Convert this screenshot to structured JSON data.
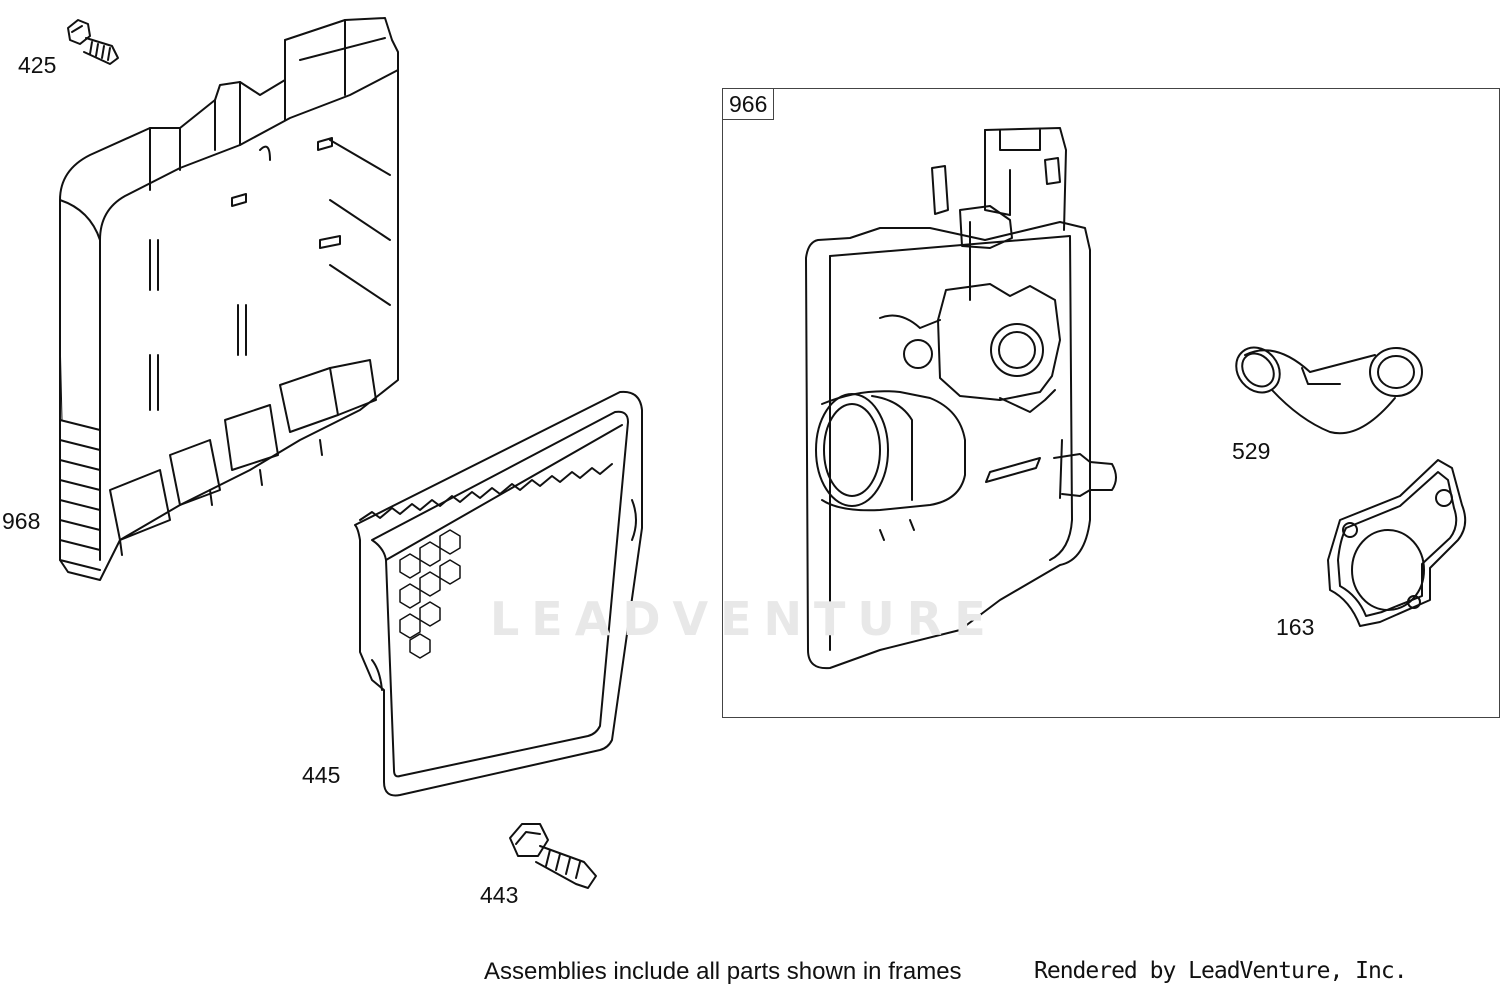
{
  "labels": {
    "bolt_top": "425",
    "air_cleaner_base": "968",
    "air_filter": "445",
    "bolt_bottom": "443",
    "carburetor_frame": "966",
    "intake_elbow": "529",
    "gasket": "163"
  },
  "watermark": "LEADVENTURE",
  "footer": {
    "note": "Assemblies include all parts shown in frames",
    "credit": "Rendered by LeadVenture, Inc."
  }
}
